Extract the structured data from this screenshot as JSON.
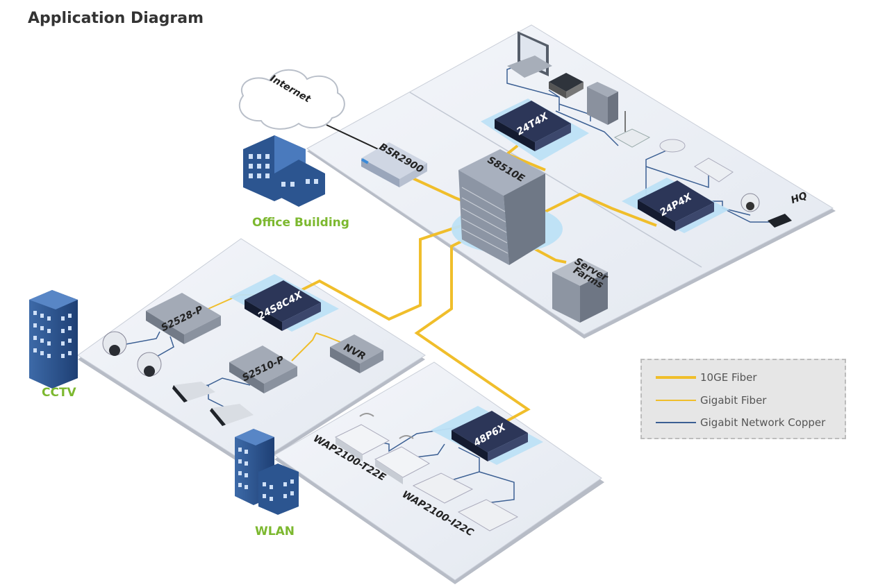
{
  "title": "Application Diagram",
  "sites": {
    "office": "Office Building",
    "cctv": "CCTV",
    "wlan": "WLAN",
    "hq": "HQ"
  },
  "internet": "Internet",
  "devices": {
    "bsr": "BSR2900",
    "core": "S8510E",
    "sw_24t4x": "24T4X",
    "sw_24p4x": "24P4X",
    "sw_24s8c4x": "24S8C4X",
    "sw_s2528p": "S2528-P",
    "sw_s2510p": "S2510-P",
    "nvr": "NVR",
    "sw_48p6x": "48P6X",
    "server_line1": "Server",
    "server_line2": "Farms",
    "ap_t22e": "WAP2100-T22E",
    "ap_i22c": "WAP2100-I22C"
  },
  "legend": [
    {
      "label": "10GE Fiber",
      "color": "#f0be2b",
      "width": 4
    },
    {
      "label": "Gigabit Fiber",
      "color": "#f0be2b",
      "width": 2
    },
    {
      "label": "Gigabit Network Copper",
      "color": "#3b5f93",
      "width": 1.5
    }
  ],
  "colors": {
    "fiber": "#f0be2b",
    "copper": "#3b5f93",
    "switch": "#1c2644",
    "halo": "#bde0f5",
    "platform": "#eef1f7",
    "accent_label": "#7cb82f"
  }
}
